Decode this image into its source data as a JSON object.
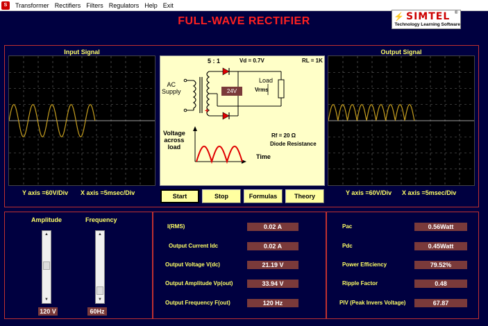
{
  "menu": [
    "Transformer",
    "Rectifiers",
    "Filters",
    "Regulators",
    "Help",
    "Exit"
  ],
  "app_title": "FULL-WAVE  RECTIFIER",
  "logo": {
    "name": "SIMTEL",
    "tagline": "Technology Learning Software",
    "reg": "®"
  },
  "input_scope": {
    "title": "Input Signal",
    "y_axis": "Y axis =60V/Div",
    "x_axis": "X axis =5msec/Div"
  },
  "output_scope": {
    "title": "Output Signal",
    "y_axis": "Y axis =60V/Div",
    "x_axis": "X axis =5msec/Div"
  },
  "circuit": {
    "ratio": "5 : 1",
    "vd": "Vd = 0.7V",
    "rl": "RL = 1K",
    "ac_supply": "AC\nSupply",
    "tap_voltage": "24V",
    "load": "Load",
    "vrms": "Vrms",
    "plus": "+",
    "voltage_across_load": "Voltage\nacross\nload",
    "time": "Time",
    "rf": "Rf = 20 Ω",
    "diode_resistance": "Diode Resistance"
  },
  "buttons": {
    "start": "Start",
    "stop": "Stop",
    "formulas": "Formulas",
    "theory": "Theory"
  },
  "controls": {
    "amplitude_label": "Amplitude",
    "frequency_label": "Frequency",
    "amplitude_value": "120 V",
    "frequency_value": "60Hz"
  },
  "measurements_left": [
    {
      "label": "I(RMS)",
      "value": "0.02 A"
    },
    {
      "label": "Output Current Idc",
      "value": "0.02 A"
    },
    {
      "label": "Output Voltage V(dc)",
      "value": "21.19 V"
    },
    {
      "label": "Output Amplitude Vp(out)",
      "value": "33.94 V"
    },
    {
      "label": "Output Frequency F(out)",
      "value": "120 Hz"
    }
  ],
  "measurements_right": [
    {
      "label": "Pac",
      "value": "0.56Watt"
    },
    {
      "label": "Pdc",
      "value": "0.45Watt"
    },
    {
      "label": "Power Efficiency",
      "value": "79.52%"
    },
    {
      "label": "Ripple Factor",
      "value": "0.48"
    },
    {
      "label": "PIV (Peak  Invers Voltage)",
      "value": "67.87"
    }
  ],
  "colors": {
    "background": "#000040",
    "accent_yellow": "#ffff66",
    "title_red": "#ff2020",
    "trace": "#c8a020",
    "value_box": "#7a3a3a",
    "circuit_bg": "#ffffc8",
    "button_bg": "#ffffa0"
  },
  "waveforms": {
    "input": {
      "type": "sine",
      "cycles": 4.5
    },
    "output": {
      "type": "full-wave rectified",
      "cycles": 4.5
    }
  }
}
